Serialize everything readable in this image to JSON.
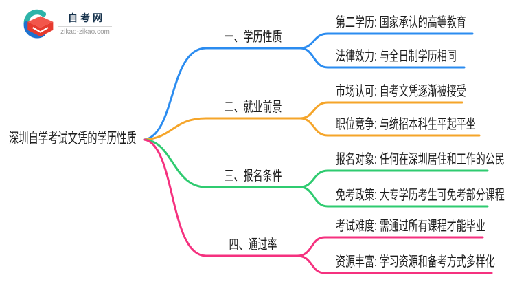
{
  "logo": {
    "site_name": "自考网",
    "site_url": "zikao-zikao.com",
    "colors": {
      "crescent_teal": "#2eb3a9",
      "crescent_blue": "#1e72cf",
      "cap_front": "#e73a2e",
      "cap_top": "#f2564b"
    }
  },
  "root": {
    "label": "深圳自学考试文凭的学历性质"
  },
  "branches": [
    {
      "label": "一、学历性质",
      "color": "#2b8cf0",
      "children": [
        "第二学历: 国家承认的高等教育",
        "法律效力: 与全日制学历相同"
      ]
    },
    {
      "label": "二、就业前景",
      "color": "#f5a52a",
      "children": [
        "市场认可: 自考文凭逐渐被接受",
        "职位竞争: 与统招本科生平起平坐"
      ]
    },
    {
      "label": "三、报名条件",
      "color": "#2fcb70",
      "children": [
        "报名对象: 任何在深圳居住和工作的公民",
        "免考政策: 大专学历考生可免考部分课程"
      ]
    },
    {
      "label": "四、通过率",
      "color": "#f5317f",
      "children": [
        "考试难度: 需通过所有课程才能毕业",
        "资源丰富: 学习资源和备考方式多样化"
      ]
    }
  ]
}
